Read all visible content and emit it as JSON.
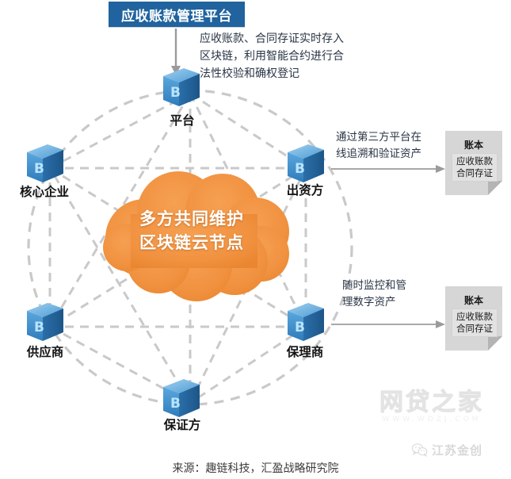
{
  "header": {
    "title": "应收账款管理平台"
  },
  "notes": {
    "top": "应收账款、合同存证实时存入\n区块链，利用智能合约进行合\n法性校验和确权登记",
    "right_top": "通过第三方平台在\n线追溯和验证资产",
    "right_bottom": "随时监控和管\n理数字资产"
  },
  "cloud": {
    "text": "多方共同维护\n区块链云节点",
    "color": "#f0913f"
  },
  "nodes": [
    {
      "id": "platform",
      "label": "平台",
      "glyph": "B"
    },
    {
      "id": "funder",
      "label": "出资方",
      "glyph": "B"
    },
    {
      "id": "factor",
      "label": "保理商",
      "glyph": "B"
    },
    {
      "id": "guarantor",
      "label": "保证方",
      "glyph": "B"
    },
    {
      "id": "supplier",
      "label": "供应商",
      "glyph": "B"
    },
    {
      "id": "core",
      "label": "核心企业",
      "glyph": "B"
    }
  ],
  "ledgers": [
    {
      "id": "ledger-top",
      "title": "账本",
      "line1": "应收账款",
      "line2": "合同存证"
    },
    {
      "id": "ledger-bottom",
      "title": "账本",
      "line1": "应收账款",
      "line2": "合同存证"
    }
  ],
  "footer": {
    "source": "来源：趣链科技，汇盈战略研究院"
  },
  "watermarks": {
    "brand": "网贷之家",
    "brand_sub": "WWW.WDZJ.COM",
    "account": "江苏金创"
  },
  "colors": {
    "header_bg": "#20639e",
    "cube_blue": "#3d8ecb",
    "cloud_orange": "#f0913f",
    "dash_gray": "#c9c9c9",
    "ledger_gray": "#d0d0d0"
  }
}
